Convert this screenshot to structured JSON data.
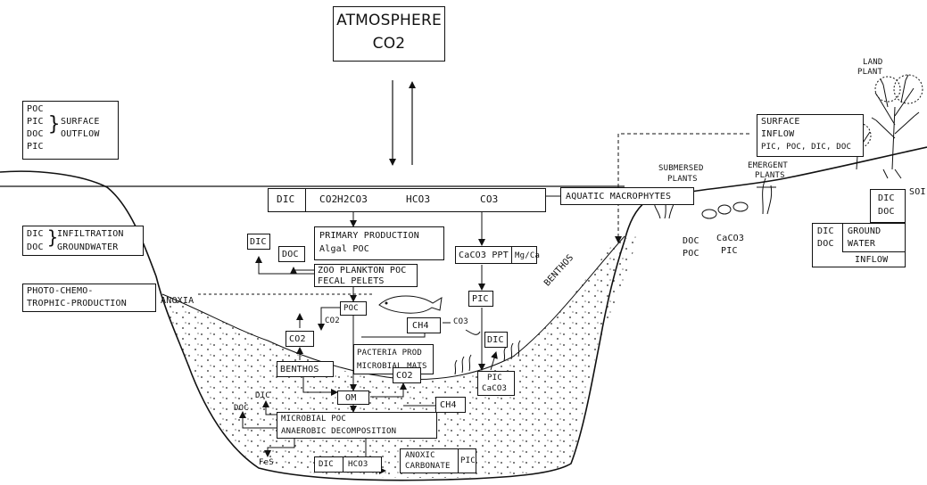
{
  "atmosphere": {
    "line1": "ATMOSPHERE",
    "line2": "CO2"
  },
  "surface_outflow": {
    "items": [
      "POC",
      "PIC",
      "DOC",
      "PIC"
    ],
    "label1": "SURFACE",
    "label2": "OUTFLOW"
  },
  "infiltration": {
    "items": [
      "DIC",
      "DOC"
    ],
    "label1": "INFILTRATION",
    "label2": "GROUNDWATER"
  },
  "photo_chemo": {
    "line1": "PHOTO-CHEMO-",
    "line2": "TROPHIC-PRODUCTION",
    "anoxia": "ANOXIA"
  },
  "equilibrium": {
    "dic": "DIC",
    "co2": "CO2",
    "h2co3": "H2CO3",
    "hco3": "HCO3",
    "co3": "CO3"
  },
  "macrophytes": "AQUATIC MACROPHYTES",
  "primary_production": {
    "line1": "PRIMARY PRODUCTION",
    "line2": "Algal POC"
  },
  "zooplankton": {
    "line1": "ZOO PLANKTON POC",
    "line2": "FECAL PELETS"
  },
  "small_dic": "DIC",
  "small_doc": "DOC",
  "caco3_ppt": {
    "label": "CaCO3 PPT",
    "ratio": "Mg/Ca"
  },
  "pic_box": "PIC",
  "poc_box": "POC",
  "co2_float": "CO2",
  "ch4_box": "CH4",
  "co3_float": "CO3",
  "dic_small_right": "DIC",
  "co2_box": "CO2",
  "bacteria": {
    "line1": "PACTERIA PROD",
    "line2": "MICROBIAL MATS"
  },
  "benthos_box": "BENTHOS",
  "om_box": "OM",
  "co2_box2": "CO2",
  "ch4_box2": "CH4",
  "pic_caco3": {
    "line1": "PIC",
    "line2": "CaCO3"
  },
  "sediment_dic": "DIC",
  "sediment_doc": "DOC",
  "microbial_poc": "MICROBIAL POC",
  "anaerobic": "ANAEROBIC DECOMPOSITION",
  "fes": "FeS",
  "bottom_dic": "DIC",
  "bottom_hco3": "HCO3",
  "anoxic": {
    "line1": "ANOXIC",
    "line2": "CARBONATE",
    "pic": "PIC"
  },
  "benthos_slope": "BENTHOS",
  "submersed": {
    "line1": "SUBMERSED",
    "line2": "PLANTS"
  },
  "emergent": {
    "line1": "EMERGENT",
    "line2": "PLANTS"
  },
  "shore_doc_poc": {
    "line1": "DOC",
    "line2": "POC"
  },
  "shore_caco3_pic": {
    "line1": "CaCO3",
    "line2": "PIC"
  },
  "surface_inflow": {
    "line1": "SURFACE",
    "line2": "INFLOW",
    "line3": "PIC, POC, DIC, DOC"
  },
  "land_plant": {
    "line1": "LAND",
    "line2": "PLANT"
  },
  "soil": "SOI",
  "ground_water": {
    "dic_doc_1": [
      "DIC",
      "DOC"
    ],
    "dic_doc_2": [
      "DIC",
      "DOC"
    ],
    "label1": "GROUND",
    "label2": "WATER",
    "inflow": "INFLOW"
  }
}
